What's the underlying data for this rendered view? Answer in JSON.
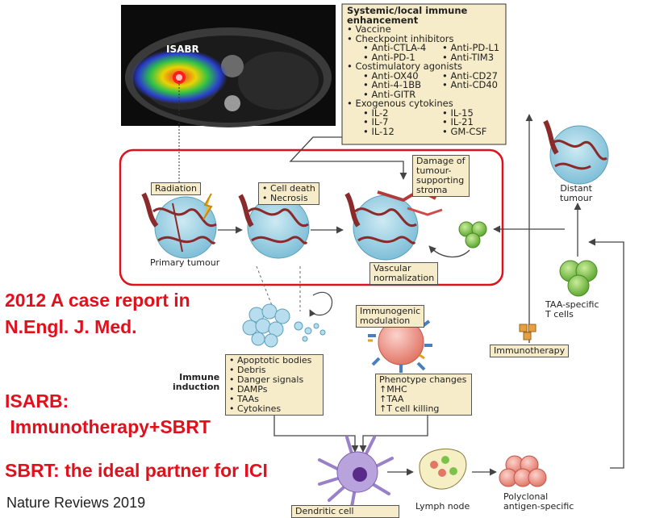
{
  "scan": {
    "label": "ISABR"
  },
  "systemic": {
    "title_line1": "Systemic/local immune",
    "title_line2": "enhancement",
    "vaccine": "• Vaccine",
    "checkpoint": "• Checkpoint inhibitors",
    "cp_a": "• Anti-CTLA-4",
    "cp_b": "• Anti-PD-L1",
    "cp_c": "• Anti-PD-1",
    "cp_d": "• Anti-TIM3",
    "costim": "• Costimulatory agonists",
    "cs_a": "• Anti-OX40",
    "cs_b": "• Anti-CD27",
    "cs_c": "• Anti-4-1BB",
    "cs_d": "• Anti-CD40",
    "cs_e": "• Anti-GITR",
    "cytokines": "• Exogenous cytokines",
    "cy_a": "• IL-2",
    "cy_b": "• IL-15",
    "cy_c": "• IL-7",
    "cy_d": "• IL-21",
    "cy_e": "• IL-12",
    "cy_f": "• GM-CSF"
  },
  "labels": {
    "radiation": "Radiation",
    "cell_death": "• Cell death",
    "necrosis": "• Necrosis",
    "damage_1": "Damage of",
    "damage_2": "tumour-",
    "damage_3": "supporting",
    "damage_4": "stroma",
    "primary_tumour": "Primary tumour",
    "vascular_1": "Vascular",
    "vascular_2": "normalization",
    "distant_1": "Distant",
    "distant_2": "tumour",
    "taa_1": "TAA-specific",
    "taa_2": "T cells",
    "immunogenic_1": "Immunogenic",
    "immunogenic_2": "modulation",
    "immunotherapy": "Immunotherapy",
    "immune_1": "Immune",
    "immune_2": "induction",
    "ind_a": "• Apoptotic bodies",
    "ind_b": "• Debris",
    "ind_c": "• Danger signals",
    "ind_d": "• DAMPs",
    "ind_e": "• TAAs",
    "ind_f": "• Cytokines",
    "pheno_title": "Phenotype changes",
    "pheno_a": "↑MHC",
    "pheno_b": "↑TAA",
    "pheno_c": "↑T cell killing",
    "dendritic": "Dendritic cell",
    "lymph": "Lymph node",
    "poly_1": "Polyclonal",
    "poly_2": "antigen-specific"
  },
  "overlay": {
    "case_1": "2012 A case report in",
    "case_2": "N.Engl. J. Med.",
    "isarb_1": "ISARB:",
    "isarb_2": " Immunotherapy+SBRT",
    "sbrt": "SBRT: the ideal partner for ICI",
    "source": "Nature Reviews 2019"
  },
  "colors": {
    "accent_red": "#e0101c",
    "label_fill": "#f7ecc9",
    "tumour_blue": "#9fd4e6",
    "vessel": "#8a2a2a",
    "cell_green": "#7cc24a"
  }
}
